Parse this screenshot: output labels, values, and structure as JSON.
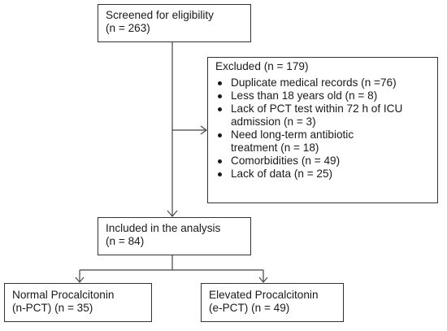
{
  "boxes": {
    "screened": {
      "line1": "Screened for eligibility",
      "line2": "(n = 263)"
    },
    "excluded": {
      "title": "Excluded (n = 179)",
      "items": [
        "Duplicate medical records (n =76)",
        "Less than 18 years old (n = 8)",
        "Lack of PCT test within 72 h of ICU\nadmission (n = 3)",
        "Need long-term antibiotic\ntreatment (n = 18)",
        "Comorbidities (n = 49)",
        "Lack of data (n = 25)"
      ]
    },
    "included": {
      "line1": "Included in the analysis",
      "line2": "(n = 84)"
    },
    "normal": {
      "line1": "Normal Procalcitonin",
      "line2": "(n-PCT) (n = 35)"
    },
    "elevated": {
      "line1": "Elevated Procalcitonin",
      "line2": "(e-PCT) (n = 49)"
    }
  },
  "colors": {
    "line": "#333333",
    "text": "#1a1a1a",
    "background": "#ffffff"
  }
}
